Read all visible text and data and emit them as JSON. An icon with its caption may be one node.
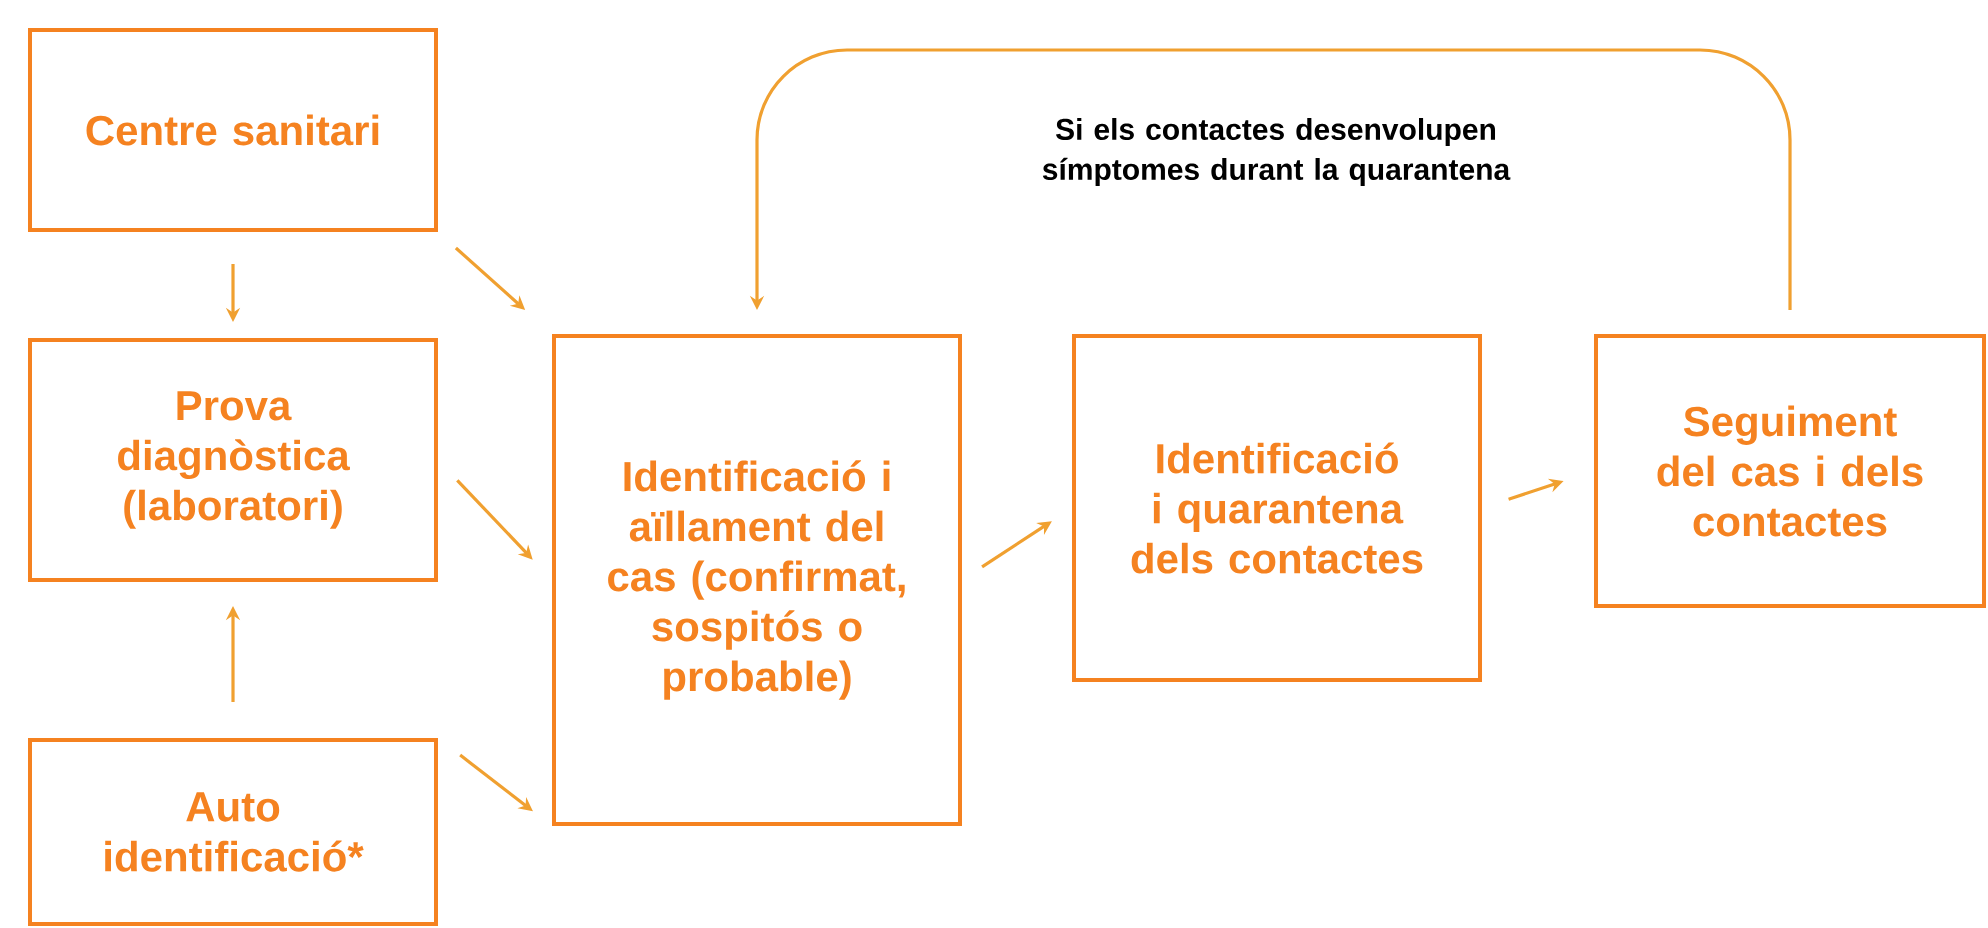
{
  "diagram": {
    "nodes": [
      {
        "text": [
          "Centre sanitari"
        ]
      },
      {
        "text": [
          "Prova diagnòstica (laboratori)"
        ]
      },
      {
        "text": [
          "Auto identificació*"
        ]
      },
      {
        "text": [
          "Identificació i aïllament del cas (confirmat, sospitós o probable)"
        ]
      },
      {
        "text": [
          "Identificació i quarantena dels contactes"
        ]
      },
      {
        "text": [
          "Seguiment del cas i dels contactes"
        ]
      }
    ],
    "edges": [
      {
        "from": 0,
        "to": 1,
        "arrow": "to"
      },
      {
        "from": 0,
        "to": 3,
        "arrow": "to"
      },
      {
        "from": 1,
        "to": 3,
        "arrow": "to"
      },
      {
        "from": 2,
        "to": 1,
        "arrow": "to"
      },
      {
        "from": 2,
        "to": 3,
        "arrow": "to"
      },
      {
        "from": 3,
        "to": 4,
        "arrow": "to"
      },
      {
        "from": 4,
        "to": 5,
        "arrow": "to"
      },
      {
        "from": 5,
        "to": 3,
        "arrow": "to",
        "label": "Si els contactes desenvolupen símptomes durant la quarantena"
      }
    ]
  }
}
